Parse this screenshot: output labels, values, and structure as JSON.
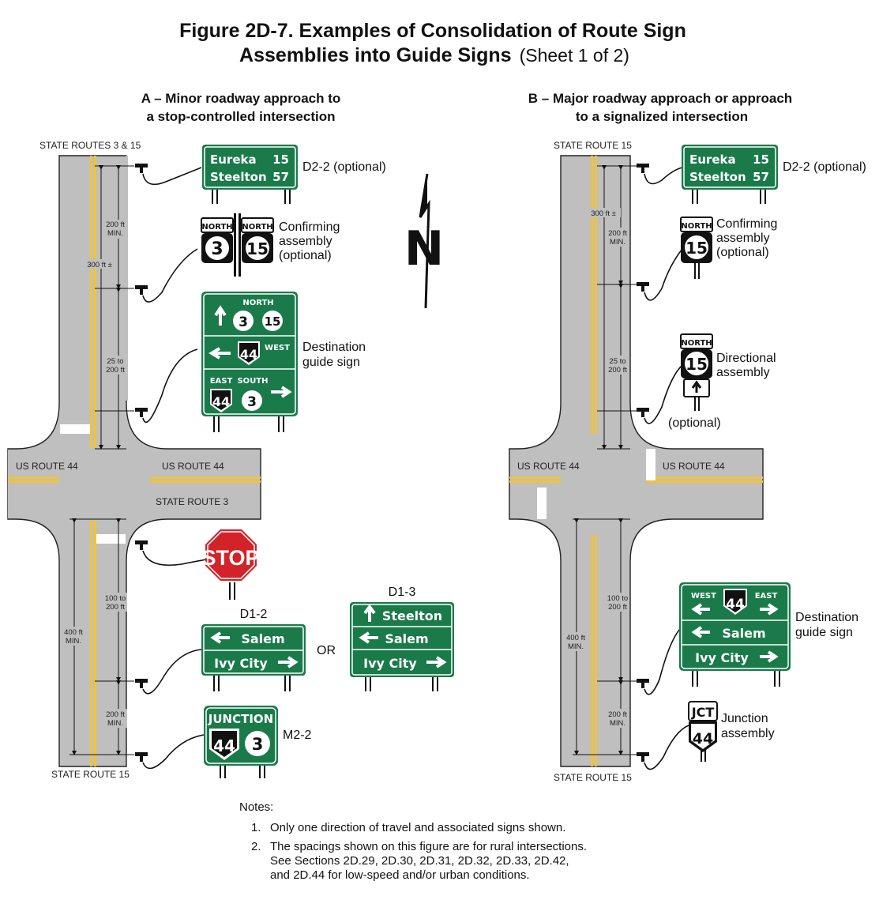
{
  "title": {
    "line1": "Figure 2D-7.  Examples of Consolidation of Route Sign",
    "line2": "Assemblies into Guide Signs",
    "line2_suffix": "(Sheet 1 of 2)"
  },
  "panel_a": {
    "title_line1": "A – Minor roadway approach to",
    "title_line2": "a stop-controlled intersection",
    "road_labels": {
      "top": "STATE ROUTES 3 & 15",
      "left": "US ROUTE 44",
      "right": "US ROUTE 44",
      "right2": "STATE ROUTE 3",
      "bottom": "STATE ROUTE 15"
    },
    "dims": {
      "d1a": "200 ft",
      "d1b": "MIN.",
      "d2": "300 ft ±",
      "d3a": "25 to",
      "d3b": "200 ft",
      "d4a": "100 to",
      "d4b": "200 ft",
      "d5a": "400 ft",
      "d5b": "MIN.",
      "d6a": "200 ft",
      "d6b": "MIN."
    },
    "signs": {
      "d22": {
        "row1_place": "Eureka",
        "row1_num": "15",
        "row2_place": "Steelton",
        "row2_num": "57",
        "label": "D2-2 (optional)"
      },
      "confirming": {
        "north1": "NORTH",
        "route1": "3",
        "north2": "NORTH",
        "route2": "15",
        "label1": "Confirming",
        "label2": "assembly",
        "label3": "(optional)"
      },
      "destination": {
        "north": "NORTH",
        "r3": "3",
        "r15": "15",
        "r44": "44",
        "west": "WEST",
        "east": "EAST",
        "south": "SOUTH",
        "r44b": "44",
        "r3b": "3",
        "label1": "Destination",
        "label2": "guide sign"
      },
      "stop": {
        "text": "STOP"
      },
      "d12": {
        "code": "D1-2",
        "row1": "Salem",
        "row2": "Ivy City"
      },
      "or": "OR",
      "d13": {
        "code": "D1-3",
        "row1": "Steelton",
        "row2": "Salem",
        "row3": "Ivy City"
      },
      "junction": {
        "top": "JUNCTION",
        "r44": "44",
        "r3": "3",
        "label": "M2-2"
      }
    }
  },
  "north_arrow": {
    "letter": "N"
  },
  "panel_b": {
    "title_line1": "B – Major roadway approach or approach",
    "title_line2": "to a signalized intersection",
    "road_labels": {
      "top": "STATE ROUTE 15",
      "left": "US ROUTE 44",
      "right": "US ROUTE 44",
      "bottom": "STATE ROUTE 15"
    },
    "dims": {
      "d1": "300 ft ±",
      "d2a": "200 ft",
      "d2b": "MIN.",
      "d3a": "25 to",
      "d3b": "200 ft",
      "d4a": "100 to",
      "d4b": "200 ft",
      "d5a": "400 ft",
      "d5b": "MIN.",
      "d6a": "200 ft",
      "d6b": "MIN."
    },
    "signs": {
      "d22": {
        "row1_place": "Eureka",
        "row1_num": "15",
        "row2_place": "Steelton",
        "row2_num": "57",
        "label": "D2-2 (optional)"
      },
      "confirming": {
        "north": "NORTH",
        "route": "15",
        "label1": "Confirming",
        "label2": "assembly",
        "label3": "(optional)"
      },
      "directional": {
        "north": "NORTH",
        "route": "15",
        "label1": "Directional",
        "label2": "assembly",
        "optional": "(optional)"
      },
      "destination": {
        "west": "WEST",
        "east": "EAST",
        "r44": "44",
        "row2": "Salem",
        "row3": "Ivy City",
        "label1": "Destination",
        "label2": "guide sign"
      },
      "junction": {
        "jct": "JCT",
        "r44": "44",
        "label1": "Junction",
        "label2": "assembly"
      }
    }
  },
  "notes": {
    "heading": "Notes:",
    "n1_num": "1.",
    "n1": "Only one direction of travel and associated signs shown.",
    "n2_num": "2.",
    "n2_l1": "The spacings shown on this figure are for rural intersections.",
    "n2_l2": "See Sections 2D.29, 2D.30, 2D.31, 2D.32, 2D.33, 2D.42,",
    "n2_l3": "and 2D.44 for low-speed and/or urban conditions."
  },
  "colors": {
    "guide_green": "#1a7a4a",
    "road_gray": "#bdbdbd",
    "yellow_line": "#f2c23a",
    "stop_red": "#d2232a"
  }
}
